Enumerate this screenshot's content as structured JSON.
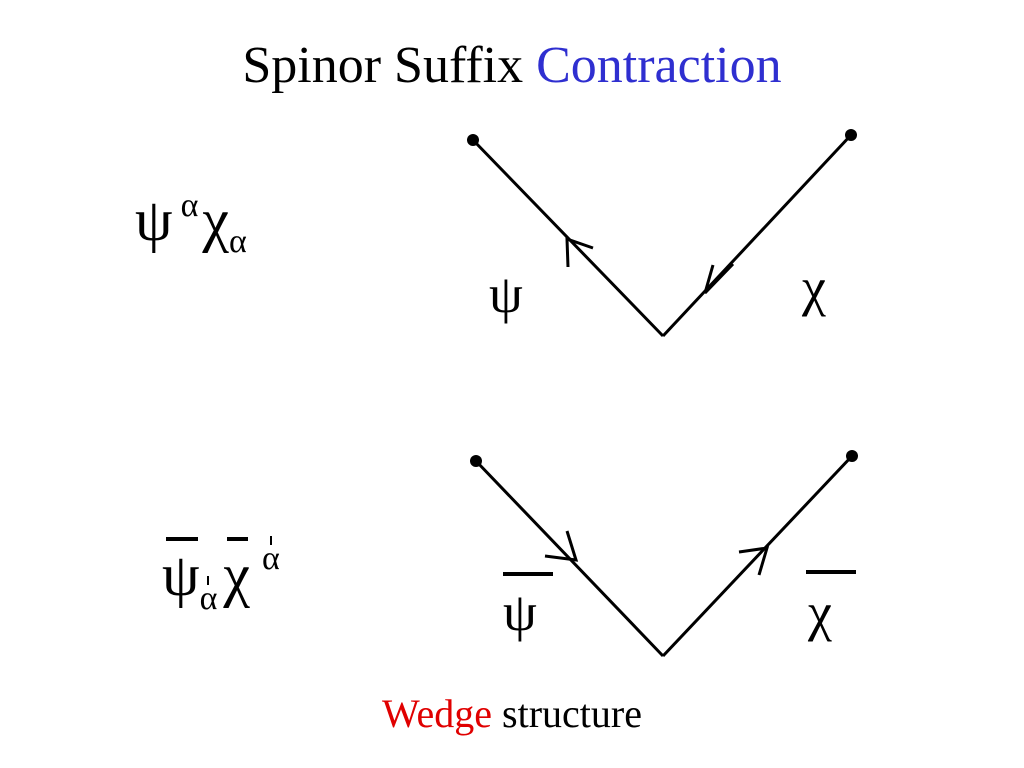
{
  "title": {
    "prefix": "Spinor Suffix",
    "accent": "Contraction",
    "accent_color": "#2f2fd0"
  },
  "expressions": {
    "top": {
      "psi": "ψ",
      "sup": "α",
      "chi": "χ",
      "sub": "α"
    },
    "bottom": {
      "psi": "ψ",
      "sub": "α",
      "chi": "χ",
      "sup": "α"
    }
  },
  "diagrams": {
    "top": {
      "left_label": "ψ",
      "right_label": "χ"
    },
    "bottom": {
      "left_label": "ψ",
      "right_label": "χ"
    }
  },
  "caption": {
    "accent": "Wedge",
    "rest": "structure",
    "accent_color": "#e00000"
  }
}
